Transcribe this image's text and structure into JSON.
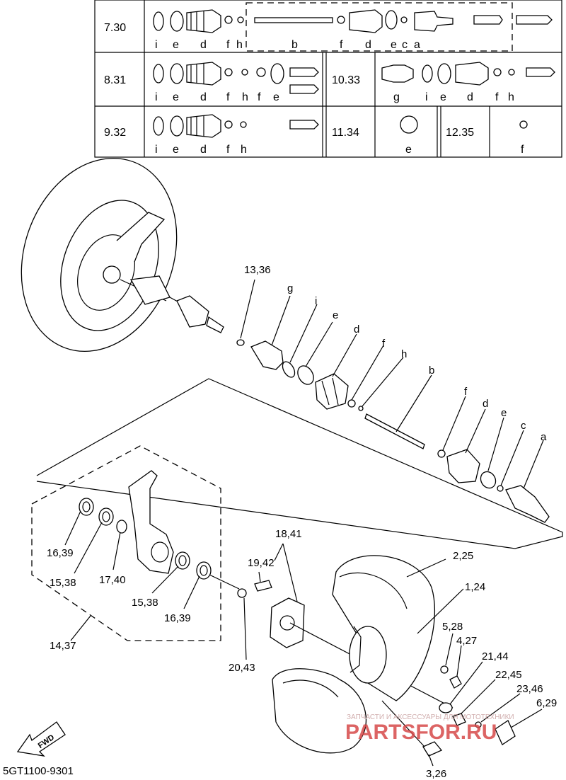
{
  "kit_table": {
    "rows": [
      {
        "ref": "7.30",
        "letters": [
          "i",
          "e",
          "d",
          "f",
          "h",
          "b",
          "f",
          "d",
          "e",
          "c",
          "a"
        ]
      },
      {
        "ref": "8.31",
        "letters": [
          "i",
          "e",
          "d",
          "f",
          "h",
          "f",
          "e"
        ],
        "ref2": "10.33",
        "letters2": [
          "g",
          "i",
          "e",
          "d",
          "f",
          "h"
        ]
      },
      {
        "ref": "9.32",
        "letters": [
          "i",
          "e",
          "d",
          "f",
          "h"
        ],
        "ref2": "11.34",
        "letters2": [
          "e"
        ],
        "ref3": "12.35",
        "letters3": [
          "f"
        ]
      }
    ]
  },
  "callouts": {
    "c1336": "13,36",
    "g": "g",
    "i": "i",
    "e1": "e",
    "d1": "d",
    "f1": "f",
    "h": "h",
    "b": "b",
    "f2": "f",
    "d2": "d",
    "e2": "e",
    "c": "c",
    "a": "a",
    "c1639a": "16,39",
    "c1538a": "15,38",
    "c1740": "17,40",
    "c1538b": "15,38",
    "c1639b": "16,39",
    "c1437": "14,37",
    "c1841": "18,41",
    "c1942": "19,42",
    "c2043": "20,43",
    "c225": "2,25",
    "c124": "1,24",
    "c528": "5,28",
    "c427": "4,27",
    "c2144": "21,44",
    "c2245": "22,45",
    "c2346": "23,46",
    "c629": "6,29",
    "c326": "3,26"
  },
  "fwd": "FWD",
  "catalog_number": "5GT1100-9301",
  "watermark": {
    "brand": "PARTSFOR.RU",
    "tagline": "ЗАПЧАСТИ И АКСЕССУАРЫ ДЛЯ МОТОТЕХНИКИ"
  }
}
